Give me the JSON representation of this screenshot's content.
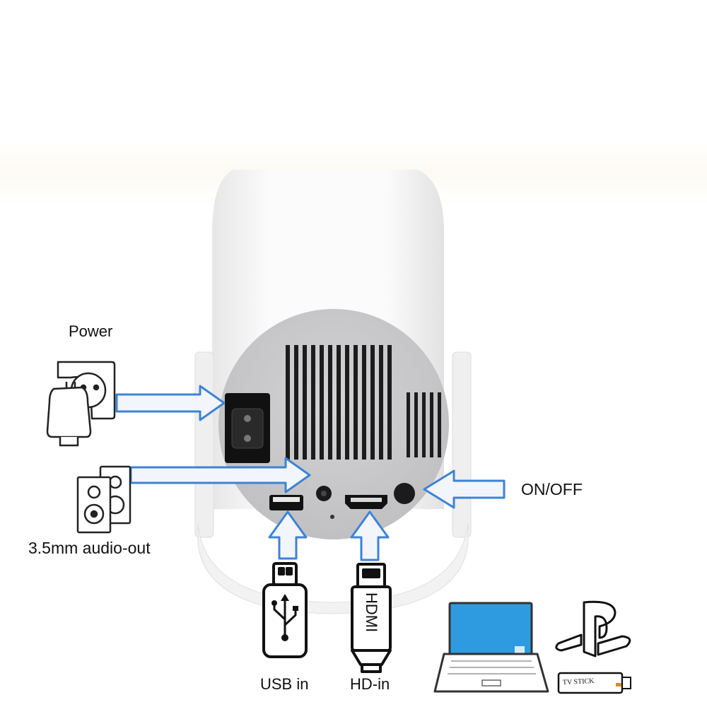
{
  "labels": {
    "power": "Power",
    "audio_out": "3.5mm audio-out",
    "on_off": "ON/OFF",
    "usb_in": "USB in",
    "hd_in": "HD-in",
    "hdmi_plug_text": "HDMI",
    "tv_stick_text": "TV STICK"
  },
  "colors": {
    "arrow_stroke": "#3d83d6",
    "arrow_fill": "#f2f6fc",
    "laptop_screen": "#2e9be0",
    "back_panel": "#c9c9cb",
    "body_white": "#f6f6f6"
  },
  "icons": [
    "power-socket-icon",
    "speaker-icon",
    "usb-drive-icon",
    "hdmi-plug-icon",
    "laptop-icon",
    "playstation-logo-icon",
    "tv-stick-icon"
  ]
}
